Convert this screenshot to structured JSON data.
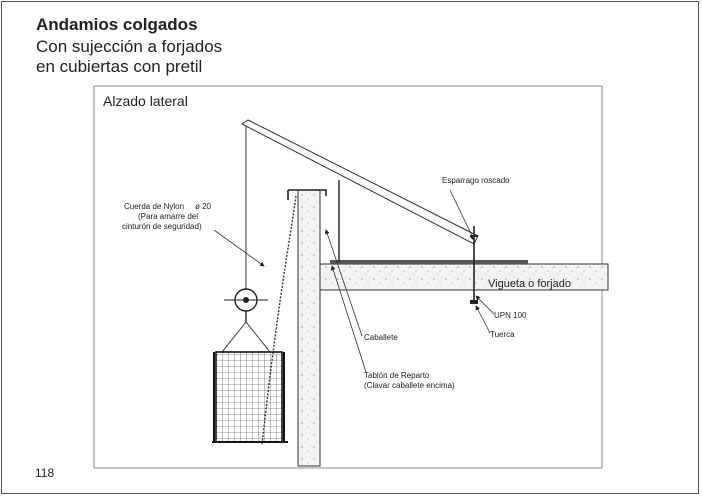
{
  "header": {
    "title": "Andamios colgados",
    "subtitle_line1": "Con sujección a forjados",
    "subtitle_line2": "en cubiertas con pretil"
  },
  "drawing": {
    "view_title": "Alzado lateral",
    "labels": {
      "rope_line1": "Cuerda de Nylon",
      "rope_size": "ø 20",
      "rope_line2": "(Para amarre del",
      "rope_line3": "cinturón de seguridad)",
      "threaded_rod": "Esparrago roscado",
      "joist": "Vigueta o forjado",
      "upn": "UPN 100",
      "nut": "Tuerca",
      "trestle": "Caballete",
      "board_line1": "Tablón de Reparto",
      "board_line2": "(Clavar caballete encima)"
    }
  },
  "footer": {
    "page_number": "118"
  }
}
